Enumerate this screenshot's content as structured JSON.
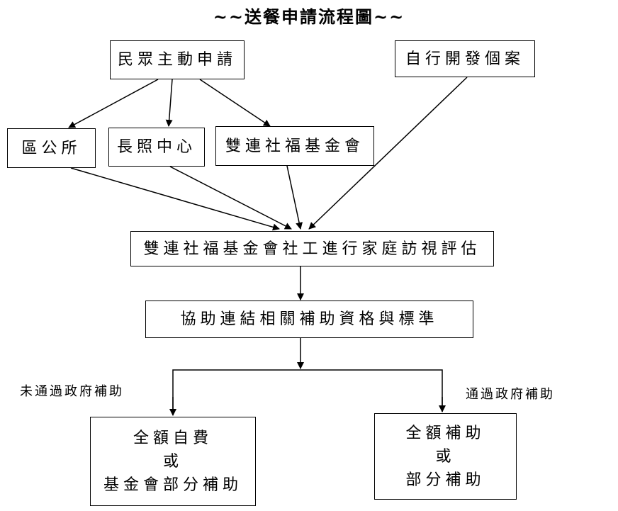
{
  "title": "~~送餐申請流程圖~~",
  "nodes": {
    "self_apply": "民眾主動申請",
    "self_develop": "自行開發個案",
    "district_office": "區公所",
    "ltc_center": "長照中心",
    "foundation": "雙連社福基金會",
    "home_visit": "雙連社福基金會社工進行家庭訪視評估",
    "assist_link": "協助連結相關補助資格與標準",
    "not_passed_result": {
      "line1": "全額自費",
      "line2": "或",
      "line3": "基金會部分補助"
    },
    "passed_result": {
      "line1": "全額補助",
      "line2": "或",
      "line3": "部分補助"
    }
  },
  "edge_labels": {
    "not_passed": "未通過政府補助",
    "passed": "通過政府補助"
  }
}
